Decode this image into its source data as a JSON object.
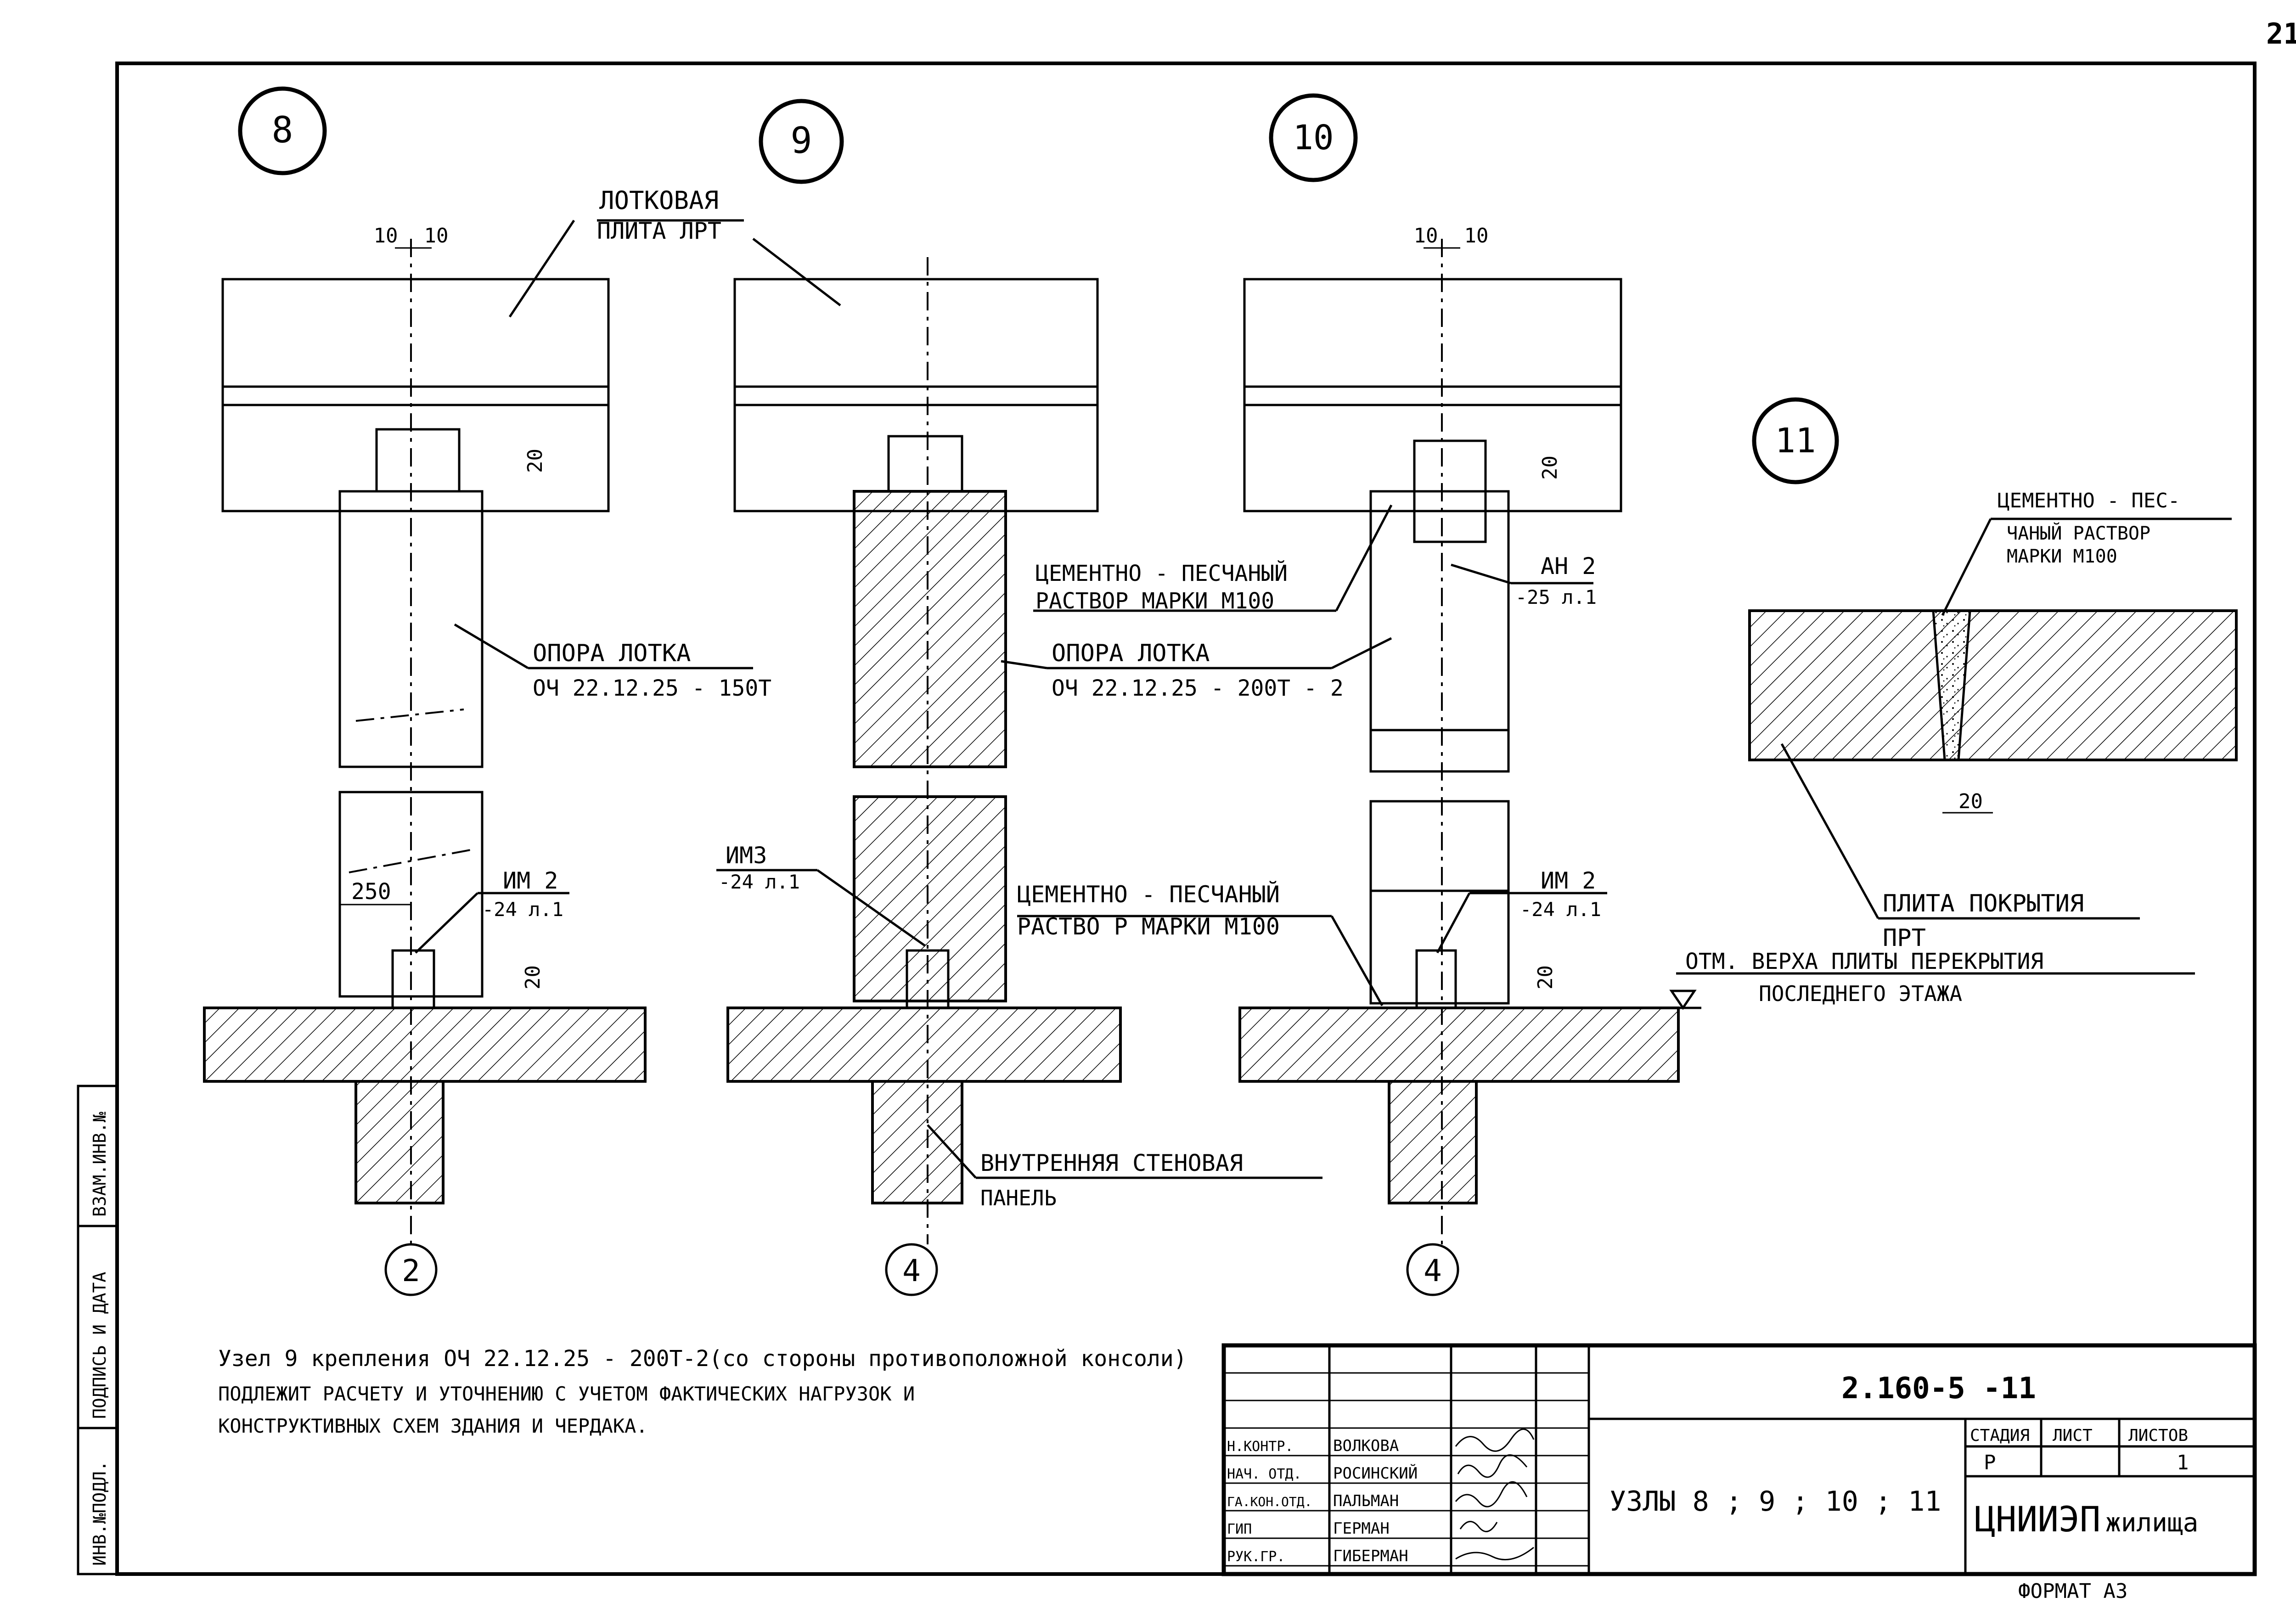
{
  "page_number": "21",
  "nodes": {
    "n8": "8",
    "n9": "9",
    "n10": "10",
    "n11": "11"
  },
  "axes": {
    "a2": "2",
    "a4_left": "4",
    "a4_right": "4"
  },
  "dims": {
    "d10a": "10",
    "d10b": "10",
    "d10c": "10",
    "d10d": "10",
    "d20_n8_top": "20",
    "d20_n8_bot": "20",
    "d20_n10_top": "20",
    "d20_n10_bot": "20",
    "d20_n11": "20",
    "d250": "250"
  },
  "labels": {
    "tray_slab_line1": "ЛОТКОВАЯ",
    "tray_slab_line2": "ПЛИТА   ЛРТ",
    "support_a_line1": "ОПОРА  ЛОТКА",
    "support_a_line2": "ОЧ 22.12.25 - 150Т",
    "support_b_line1": "ОПОРА  ЛОТКА",
    "support_b_line2": "ОЧ 22.12.25 - 200Т - 2",
    "mortar_a_line1": "ЦЕМЕНТНО - ПЕСЧАНЫЙ",
    "mortar_a_line2": "РАСТВОР  МАРКИ  М100",
    "mortar_b_line1": "ЦЕМЕНТНО - ПЕСЧАНЫЙ",
    "mortar_b_line2": "РАСТВО Р  МАРКИ  М100",
    "mortar_c_line1": "ЦЕМЕНТНО - ПЕС-",
    "mortar_c_line2": "ЧАНЫЙ  РАСТВОР",
    "mortar_c_line3": "МАРКИ  М100",
    "an2_line1": "АН 2",
    "an2_line2": "-25  л.1",
    "im2a_line1": "ИМ 2",
    "im2a_line2": "-24  л.1",
    "im2b_line1": "ИМ 2",
    "im2b_line2": "-24  л.1",
    "im3_line1": "ИМ3",
    "im3_line2": "-24  л.1",
    "inner_wall_line1": "ВНУТРЕННЯЯ  СТЕНОВАЯ",
    "inner_wall_line2": "ПАНЕЛЬ",
    "roof_slab_line1": "ПЛИТА  ПОКРЫТИЯ",
    "roof_slab_line2": "ПРТ",
    "level_line1": "ОТМ.  ВЕРХА  ПЛИТЫ  ПЕРЕКРЫТИЯ",
    "level_line2": "ПОСЛЕДНЕГО  ЭТАЖА"
  },
  "note": {
    "line1": "Узел 9 крепления  ОЧ 22.12.25 - 200Т-2(со стороны  противоположной консоли)",
    "line2": "ПОДЛЕЖИТ  РАСЧЕТУ  И  УТОЧНЕНИЮ  С УЧЕТОМ  ФАКТИЧЕСКИХ  НАГРУЗОК  И",
    "line3": "КОНСТРУКТИВНЫХ  СХЕМ  ЗДАНИЯ  И  ЧЕРДАКА."
  },
  "side_stamp": {
    "cell1": "ИНВ.№ПОДЛ.",
    "cell2": "ПОДПИСЬ И ДАТА",
    "cell3": "ВЗАМ.ИНВ.№"
  },
  "title_block": {
    "doc_code": "2.160-5 -11",
    "title": "УЗЛЫ  8 ; 9 ; 10 ; 11",
    "org": "ЦНИИЭП",
    "org_suffix": "жилища",
    "stage_header": "СТАДИЯ",
    "sheet_header": "ЛИСТ",
    "sheets_header": "ЛИСТОВ",
    "stage_value": "Р",
    "sheet_value": "",
    "sheets_value": "1",
    "format": "ФОРМАТ А3",
    "people": [
      {
        "role": "Н.КОНТР.",
        "name": "ВОЛКОВА"
      },
      {
        "role": "НАЧ. ОТД.",
        "name": "РОСИНСКИЙ"
      },
      {
        "role": "ГА.КОН.ОТД.",
        "name": "ПАЛЬМАН"
      },
      {
        "role": "ГИП",
        "name": "ГЕРМАН"
      },
      {
        "role": "РУК.ГР.",
        "name": "ГИБЕРМАН"
      }
    ]
  }
}
